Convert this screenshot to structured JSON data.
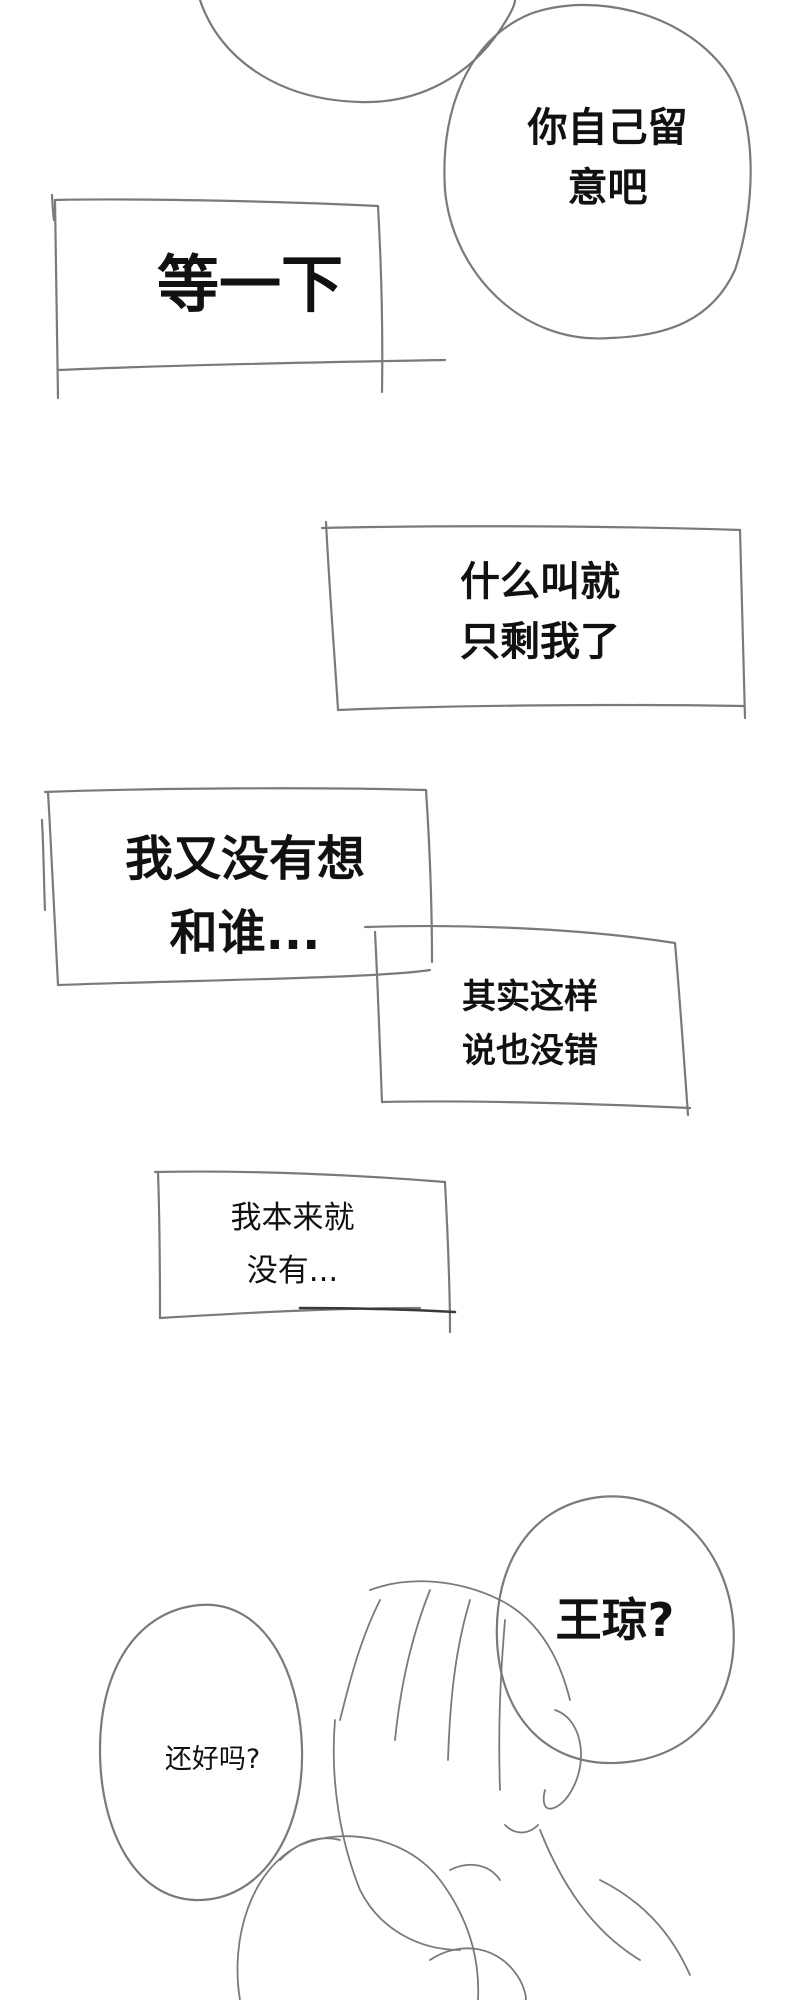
{
  "page": {
    "line_color": "#7a7a7a",
    "dark_line_color": "#3a3a3a",
    "background_color": "#ffffff"
  },
  "bubbles": [
    {
      "id": "bubble-you-watch-yourself",
      "shape": "oval",
      "text": "你自己留\n意吧"
    },
    {
      "id": "box-wait",
      "shape": "box",
      "text": "等一下"
    },
    {
      "id": "box-only-me-left",
      "shape": "box",
      "text": "什么叫就\n只剩我了"
    },
    {
      "id": "box-not-thinking-of-anyone",
      "shape": "box",
      "text": "我又没有想\n和谁..."
    },
    {
      "id": "box-actually-right",
      "shape": "box",
      "text": "其实这样\n说也没错"
    },
    {
      "id": "box-never-had",
      "shape": "box",
      "text": "我本来就\n没有..."
    },
    {
      "id": "bubble-wang-qiong",
      "shape": "oval",
      "text": "王琼?"
    },
    {
      "id": "bubble-are-you-ok",
      "shape": "oval",
      "text": "还好吗?"
    }
  ]
}
